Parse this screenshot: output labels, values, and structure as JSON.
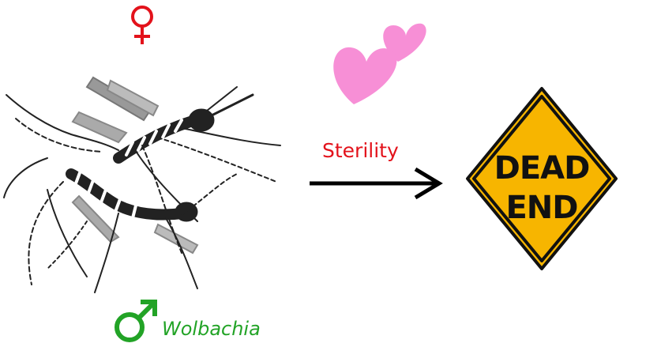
{
  "female": {
    "symbol": "♀",
    "color": "#e3121b"
  },
  "male": {
    "symbol": "♂",
    "label": "Wolbachia",
    "color": "#22a326"
  },
  "decoration": {
    "hearts_icon": "hearts-icon",
    "hearts_color": "#f78fd6"
  },
  "illustration": {
    "name": "mating-mosquitoes-illustration"
  },
  "arrow": {
    "label": "Sterility",
    "label_color": "#e3121b",
    "color": "#000000"
  },
  "sign": {
    "line1": "DEAD",
    "line2": "END",
    "fill": "#f7b500",
    "border": "#111111"
  }
}
